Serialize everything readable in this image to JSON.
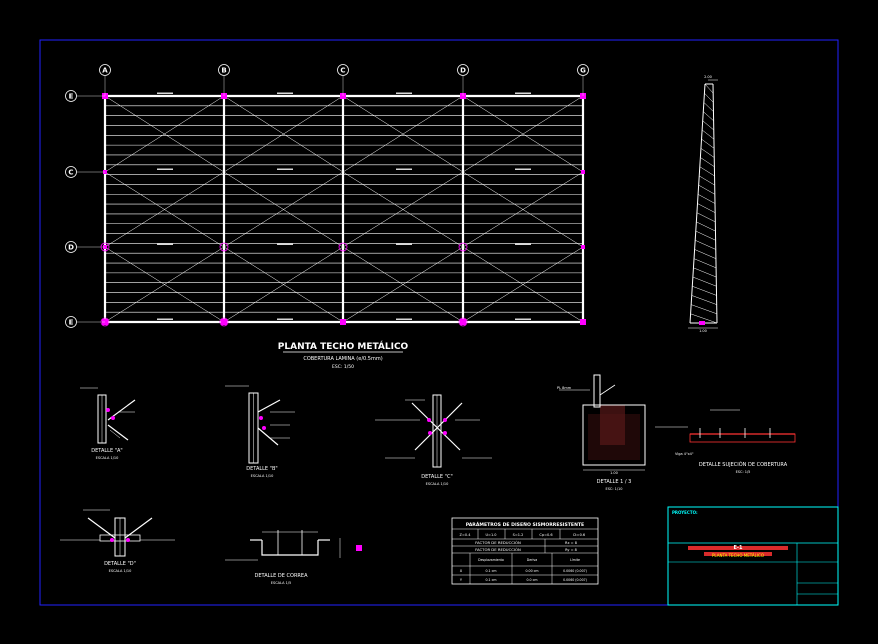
{
  "drawing": {
    "plan_title": "PLANTA TECHO METÁLICO",
    "plan_subtitle": "COBERTURA LAMINA (e/0.5mm)",
    "plan_scale": "ESC: 1/50",
    "grid_columns": [
      "A",
      "B",
      "C",
      "D",
      "G"
    ],
    "grid_rows": [
      "E",
      "C",
      "D",
      "E"
    ],
    "dim_top": "2.00",
    "dim_bottom": "1.00",
    "detail_a_title": "DETALLE \"A\"",
    "detail_a_scale": "ESCALA 1/10",
    "detail_b_title": "DETALLE \"B\"",
    "detail_b_scale": "ESCALA 1/10",
    "detail_c_title": "DETALLE \"C\"",
    "detail_c_scale": "ESCALA 1/10",
    "detail_d_title": "DETALLE \"D\"",
    "detail_d_scale": "ESCALA 1/10",
    "detail_e_title": "DETALLE 1 / 3",
    "detail_e_scale": "ESC: 1/10",
    "detail_f_title": "DETALLE SUJECIÓN DE COBERTURA",
    "detail_f_scale": "ESC: 1/5",
    "detail_g_title": "DETALLE DE CORREA",
    "detail_g_scale": "ESCALA 1/5",
    "viga": "Viga 4\"x4\"",
    "pl_label": "PL 8mm"
  },
  "table": {
    "title": "PARÁMETROS DE DISEÑO SISMORRESISTENTE",
    "row1": [
      "Z=0.4",
      "U=1.0",
      "S=1.2",
      "Cp=0.6",
      "Ct=0.6"
    ],
    "factor1_label": "FACTOR DE REDUCCIÓN",
    "factor1_value": "Rx = 8",
    "factor2_label": "FACTOR DE REDUCCIÓN",
    "factor2_value": "Ry = 8",
    "header": [
      "Desplazamiento",
      "Deriva",
      "Límite"
    ],
    "rows": [
      [
        "X",
        "0.1 cm",
        "0.00 cm",
        "0.0060 (0.007)"
      ],
      [
        "Y",
        "0.1 cm",
        "0.0 cm",
        "0.0060 (0.007)"
      ]
    ]
  },
  "title_block": {
    "proyecto_label": "PROYECTO:",
    "plano_code": "E-1",
    "plano_name": "PLANTA TECHO METÁLICO"
  },
  "colors": {
    "background": "#000000",
    "border": "#2222ff",
    "structure": "#ffffff",
    "annotation": "#ff00ff",
    "text_yellow": "#ffff00",
    "title_block": "#00ffff",
    "red": "#ff3333"
  }
}
